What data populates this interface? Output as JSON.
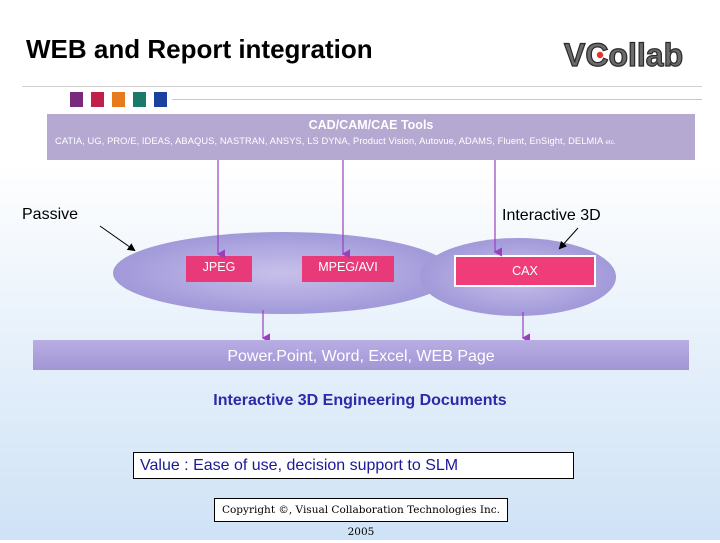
{
  "header": {
    "title": "WEB and Report integration",
    "logo_text": "VCollab"
  },
  "colors": {
    "accent_squares": [
      "#7a2a7a",
      "#c0204a",
      "#e77b1b",
      "#1a7a6a",
      "#1a40a0",
      "#aaaaaa"
    ],
    "toolbar": "#b5a9d2",
    "ellipse": "#a79fdc",
    "box": "#e83a78",
    "arrow": "#9b3fbf"
  },
  "toolbar": {
    "title": "CAD/CAM/CAE Tools",
    "tools": "CATIA, UG, PRO/E, IDEAS, ABAQUS, NASTRAN, ANSYS, LS DYNA, Product Vision, Autovue, ADAMS, Fluent, EnSight, DELMIA",
    "etc": "etc."
  },
  "labels": {
    "passive": "Passive",
    "interactive": "Interactive 3D"
  },
  "formats": {
    "jpeg": "JPEG",
    "mpeg": "MPEG/AVI",
    "cax": "CAX"
  },
  "output_bar": "Power.Point, Word, Excel, WEB Page",
  "documents": "Interactive 3D Engineering Documents",
  "value_statement": "Value :   Ease of use,  decision support to SLM",
  "copyright": "Copyright ©, Visual Collaboration Technologies Inc. 2005"
}
